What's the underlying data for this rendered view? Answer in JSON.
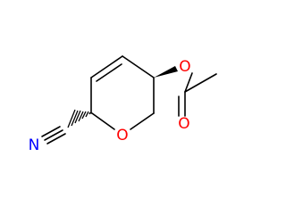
{
  "molecule": {
    "atoms": {
      "ring_oxygen": {
        "label": "O",
        "color": "#ff0000"
      },
      "ester_oxygen": {
        "label": "O",
        "color": "#ff0000"
      },
      "carbonyl_oxygen": {
        "label": "O",
        "color": "#ff0000"
      },
      "nitrile_nitrogen": {
        "label": "N",
        "color": "#0000ff"
      }
    },
    "bond_color": "#000000"
  }
}
